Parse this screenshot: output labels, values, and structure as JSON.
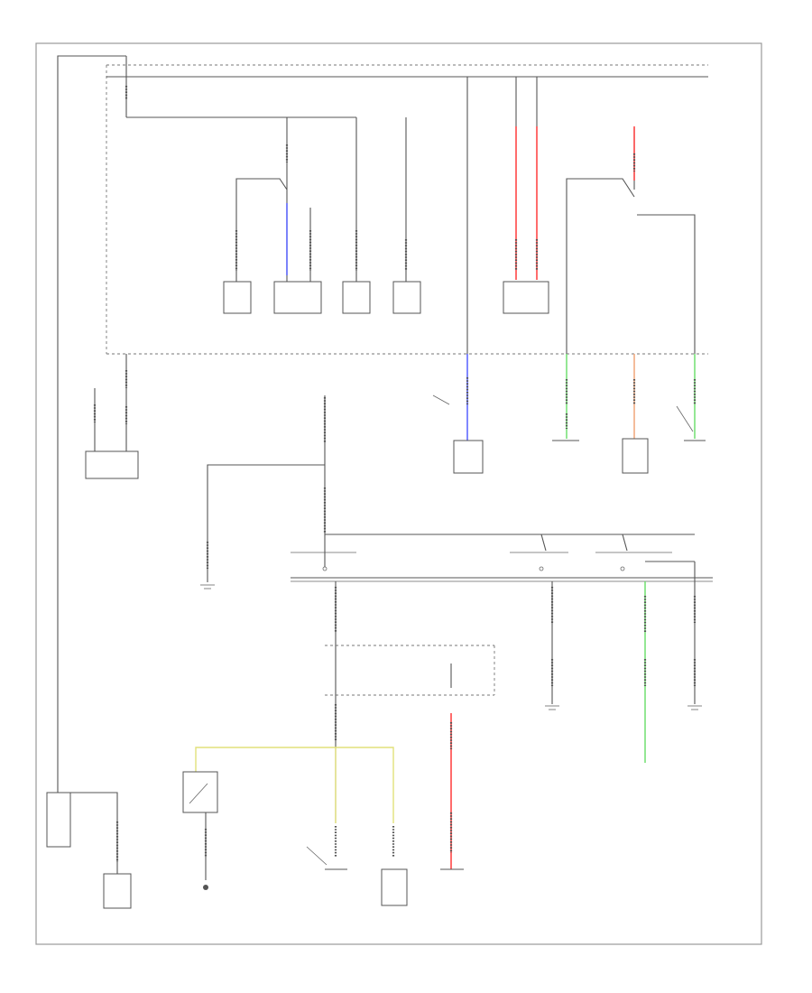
{
  "page_label": "",
  "colors": {
    "red": "#ff3b3b",
    "blue": "#4a55ff",
    "green": "#66dd66",
    "orange": "#f0a070",
    "yellow": "#e2e07a",
    "line": "#555555"
  },
  "fuse_relay_box_label": "",
  "dash_fuse_box_label": "",
  "components": [
    {
      "id": "fuel-pump-relay",
      "label": ""
    },
    {
      "id": "pgm-fi-main-relay",
      "label": ""
    },
    {
      "id": "cooling-relay",
      "label": ""
    },
    {
      "id": "ac-relay",
      "label": ""
    },
    {
      "id": "headlight-relay",
      "label": ""
    },
    {
      "id": "alternator",
      "label": ""
    },
    {
      "id": "condenser-relay",
      "label": ""
    },
    {
      "id": "ignition-switch",
      "label": ""
    },
    {
      "id": "clock",
      "label": ""
    },
    {
      "id": "seat-belt-switch",
      "label": ""
    },
    {
      "id": "clutch-switch",
      "label": ""
    },
    {
      "id": "starter",
      "label": ""
    },
    {
      "id": "battery",
      "label": ""
    },
    {
      "id": "under-dash-relay",
      "label": ""
    },
    {
      "id": "brake-switch",
      "label": ""
    },
    {
      "id": "horn",
      "label": ""
    },
    {
      "id": "remaining-circuits-1",
      "label": ""
    },
    {
      "id": "remaining-circuits-2",
      "label": ""
    },
    {
      "id": "remaining-circuits-3",
      "label": ""
    },
    {
      "id": "remaining-circuits-4",
      "label": ""
    },
    {
      "id": "starter-cut-relay",
      "label": ""
    },
    {
      "id": "ground-1",
      "label": ""
    }
  ]
}
